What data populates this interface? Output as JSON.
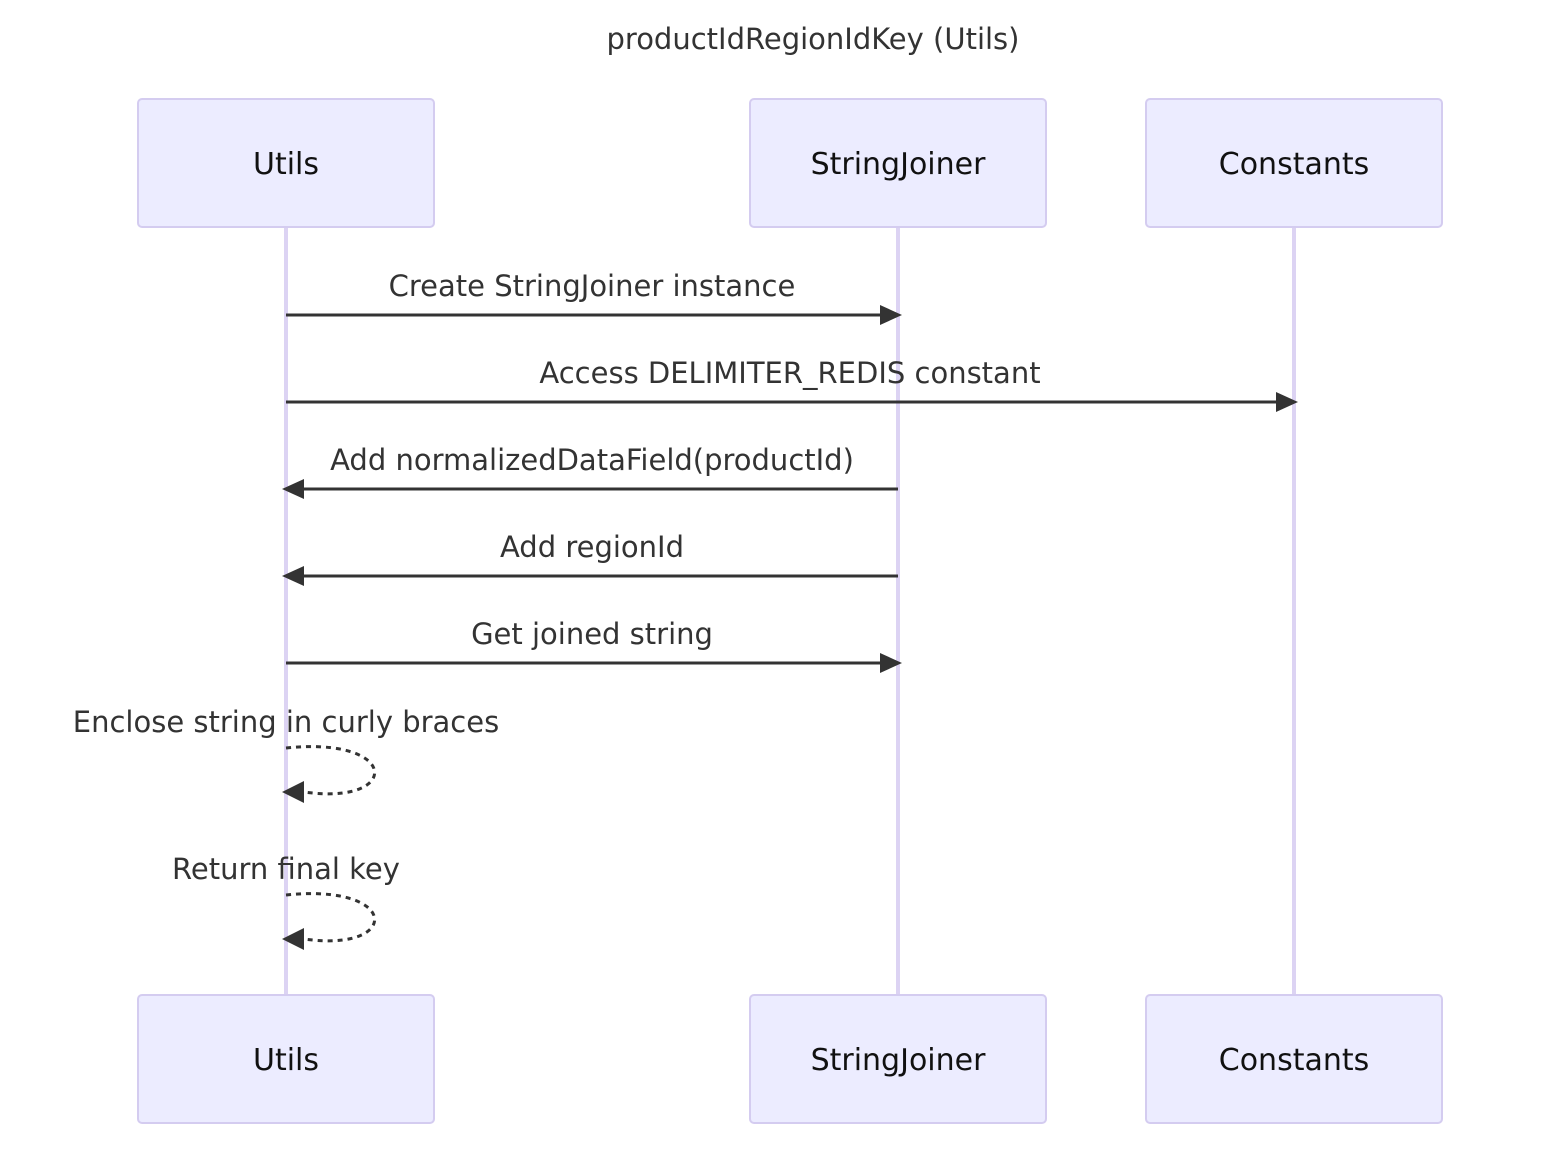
{
  "diagram": {
    "title": "productIdRegionIdKey (Utils)",
    "participants": [
      {
        "id": "utils",
        "label": "Utils"
      },
      {
        "id": "joiner",
        "label": "StringJoiner"
      },
      {
        "id": "constants",
        "label": "Constants"
      }
    ],
    "messages": [
      {
        "from": "utils",
        "to": "joiner",
        "label": "Create StringJoiner instance",
        "style": "solid"
      },
      {
        "from": "utils",
        "to": "constants",
        "label": "Access DELIMITER_REDIS constant",
        "style": "solid"
      },
      {
        "from": "joiner",
        "to": "utils",
        "label": "Add normalizedDataField(productId)",
        "style": "solid"
      },
      {
        "from": "joiner",
        "to": "utils",
        "label": "Add regionId",
        "style": "solid"
      },
      {
        "from": "utils",
        "to": "joiner",
        "label": "Get joined string",
        "style": "solid"
      },
      {
        "from": "utils",
        "to": "utils",
        "label": "Enclose string in curly braces",
        "style": "dotted"
      },
      {
        "from": "utils",
        "to": "utils",
        "label": "Return final key",
        "style": "dotted"
      }
    ],
    "colors": {
      "actor_fill": "#ECECFF",
      "actor_border": "#D4CCF0",
      "lifeline": "#DCD3F3",
      "line": "#333333"
    }
  }
}
